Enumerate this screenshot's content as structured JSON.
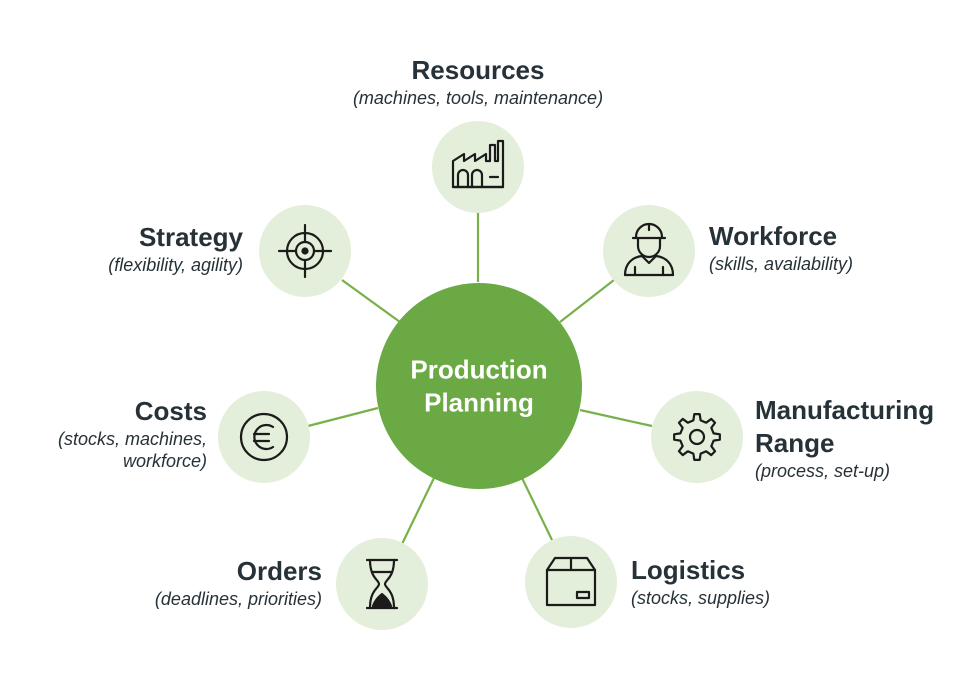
{
  "colors": {
    "connector": "#78b04a",
    "hub": "#6aa943",
    "node": "#e3efda",
    "icon": "#1b1b1b",
    "text": "#263238"
  },
  "hub": {
    "title": "Production Planning"
  },
  "nodes": [
    {
      "id": "resources",
      "icon": "factory-icon",
      "title": "Resources",
      "subtitle": "(machines, tools, maintenance)"
    },
    {
      "id": "workforce",
      "icon": "worker-icon",
      "title": "Workforce",
      "subtitle": "(skills, availability)"
    },
    {
      "id": "manufacturing",
      "icon": "gear-icon",
      "title": "Manufacturing\nRange",
      "subtitle": "(process, set-up)"
    },
    {
      "id": "logistics",
      "icon": "package-icon",
      "title": "Logistics",
      "subtitle": "(stocks, supplies)"
    },
    {
      "id": "orders",
      "icon": "hourglass-icon",
      "title": "Orders",
      "subtitle": "(deadlines, priorities)"
    },
    {
      "id": "costs",
      "icon": "euro-icon",
      "title": "Costs",
      "subtitle": "(stocks, machines,\nworkforce)"
    },
    {
      "id": "strategy",
      "icon": "target-icon",
      "title": "Strategy",
      "subtitle": "(flexibility, agility)"
    }
  ]
}
